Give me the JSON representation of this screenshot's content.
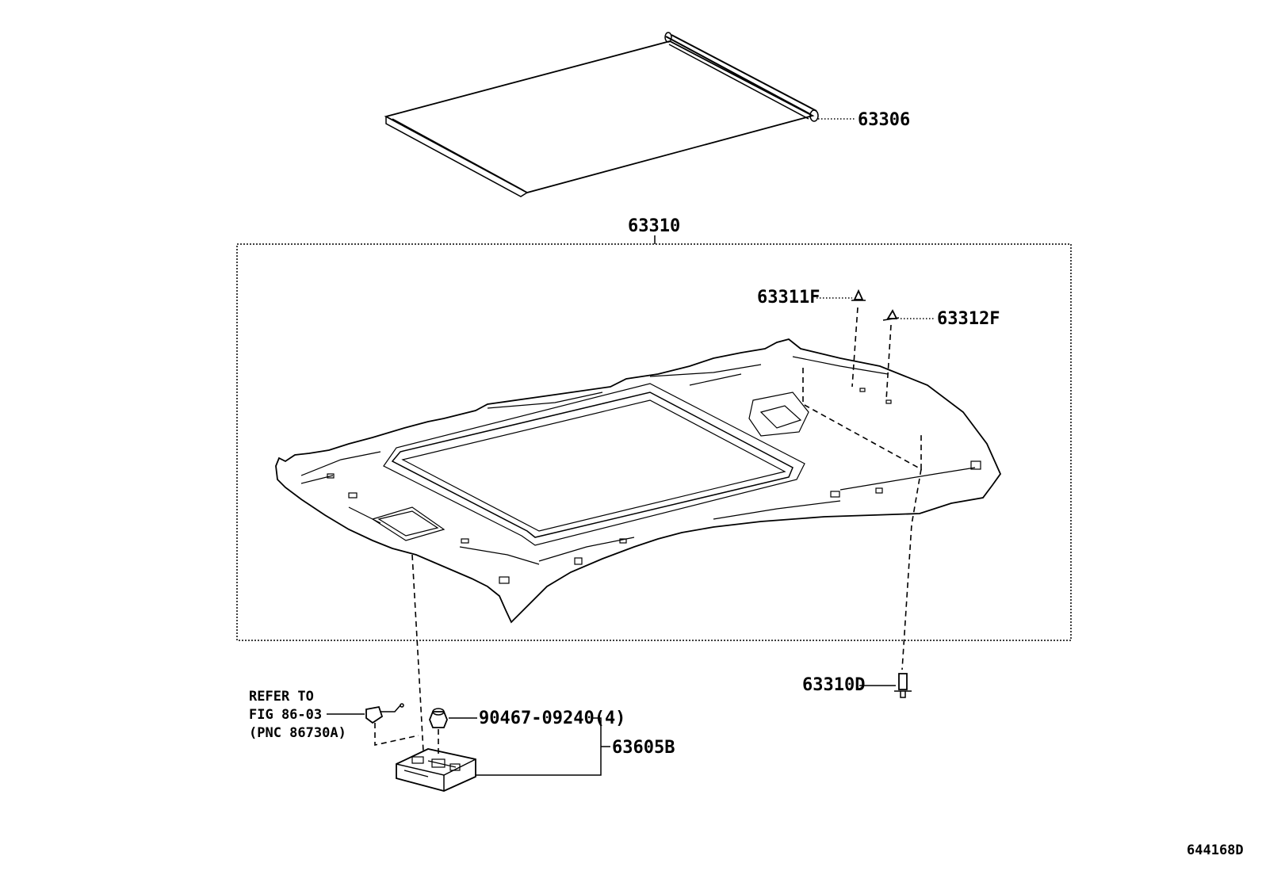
{
  "diagram": {
    "labels": {
      "sunshade": "63306",
      "headliner_assembly": "63310",
      "clip_front": "63311F",
      "clip_front_2": "63312F",
      "clip_d": "63310D",
      "screw": "90467-09240(4)",
      "lamp_assembly": "63605B",
      "refer_line1": "REFER TO",
      "refer_line2": "FIG 86-03",
      "refer_line3": "(PNC 86730A)",
      "illustration_code": "644168D"
    }
  }
}
